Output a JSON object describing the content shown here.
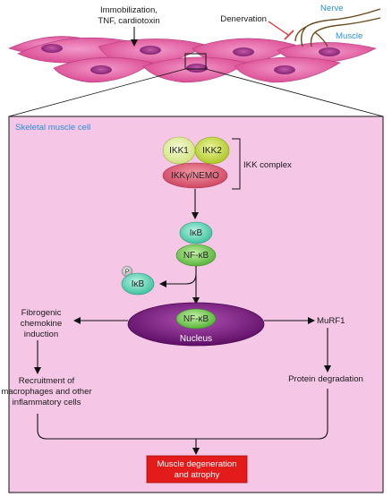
{
  "top": {
    "stimulus_line1": "Immobilization,",
    "stimulus_line2": "TNF, cardiotoxin",
    "denervation": "Denervation",
    "nerve": "Nerve",
    "muscle": "Muscle"
  },
  "cell": {
    "title": "Skeletal muscle cell",
    "ikk1": "IKK1",
    "ikk2": "IKK2",
    "ikkg": "IKKγ/NEMO",
    "ikk_complex": "IKK complex",
    "ikb": "IκB",
    "nfkb": "NF-κB",
    "p_label": "P",
    "ikb_phos": "IκB",
    "nucleus_nfkb": "NF-κB",
    "nucleus": "Nucleus",
    "fibro_line1": "Fibrogenic",
    "fibro_line2": "chemokine",
    "fibro_line3": "induction",
    "murf1": "MuRF1",
    "recruit_line1": "Recruitment of",
    "recruit_line2": "macrophages and other",
    "recruit_line3": "inflammatory cells",
    "protein_deg": "Protein degradation",
    "outcome_line1": "Muscle degeneration",
    "outcome_line2": "and atrophy"
  },
  "colors": {
    "cell_bg": "#f5c6e5",
    "fiber": "#e0559e",
    "fiber_nucleus": "#9a2b80",
    "nucleus": "#7a1a80",
    "ikk1": "#e6f0a8",
    "ikk2": "#c9dc3a",
    "ikkg": "#e0607a",
    "ikb": "#5fd6b8",
    "nfkb": "#6bc94a",
    "outcome": "#e31b1b",
    "blue_label": "#2b8fd6",
    "inhibit": "#e23030"
  }
}
